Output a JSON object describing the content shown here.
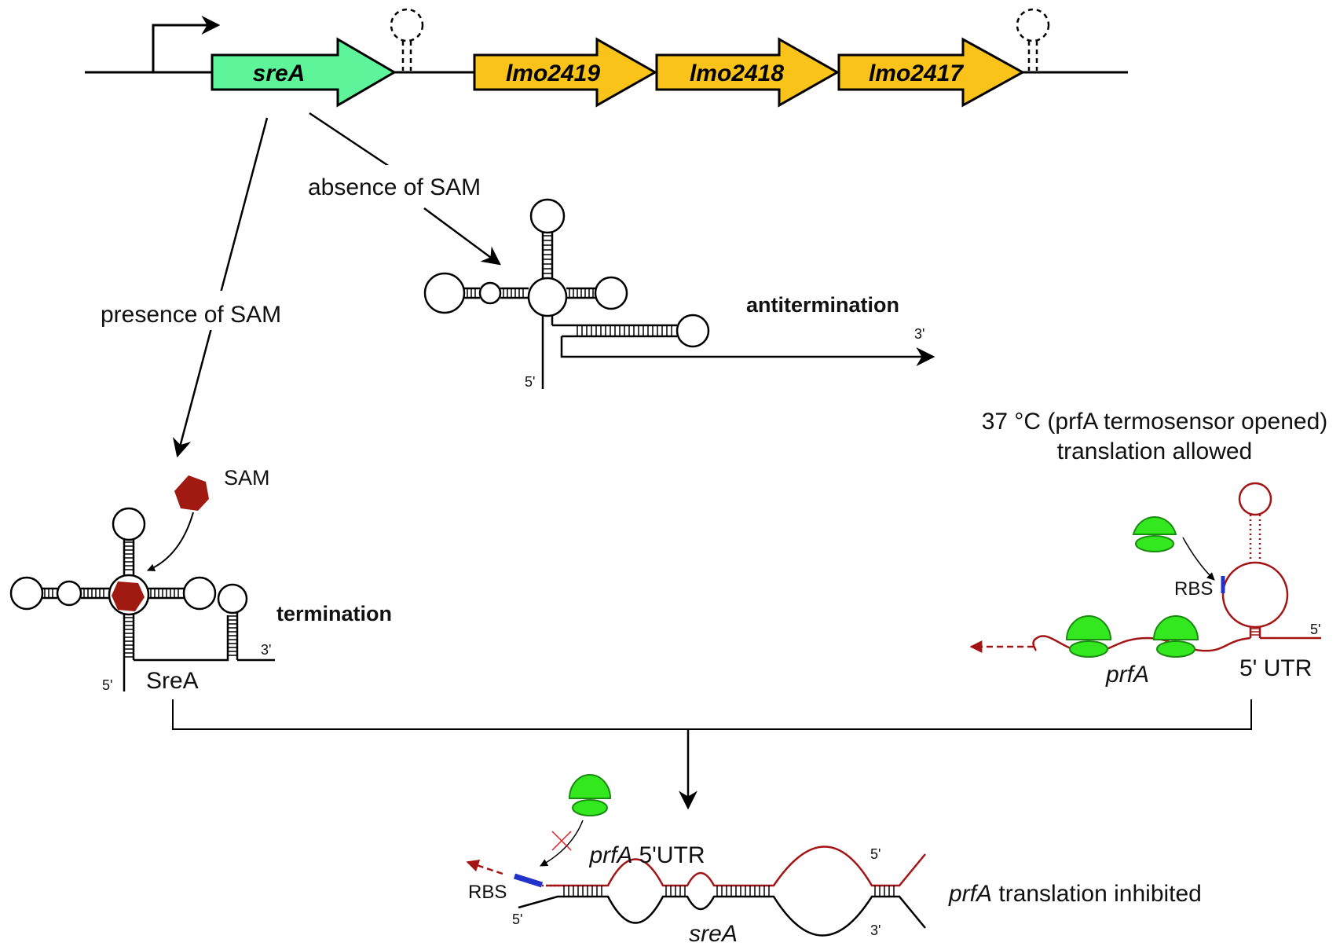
{
  "genes": {
    "sreA": "sreA",
    "g2419": "lmo2419",
    "g2418": "lmo2418",
    "g2417": "lmo2417"
  },
  "labels": {
    "absence_sam": "absence of SAM",
    "presence_sam": "presence of SAM",
    "antitermination": "antitermination",
    "termination": "termination",
    "sam": "SAM",
    "srea_protein": "SreA",
    "temp_line1": "37 °C (prfA termosensor opened)",
    "temp_line2": "translation allowed",
    "rbs": "RBS",
    "prfa": "prfA",
    "utr5": "5' UTR",
    "prfa_utr_gene": "prfA",
    "prfa_utr_text": "5'UTR",
    "srea_bottom": "sreA",
    "inhibited_gene": "prfA",
    "inhibited_text": " translation inhibited",
    "five_prime": "5'",
    "three_prime": "3'"
  },
  "colors": {
    "srea_gene": "#5ef59a",
    "operon_genes": "#f9c31a",
    "sam_molecule": "#a11a12",
    "ribosome": "#33e81f",
    "prfa_rna": "#a31515",
    "rbs": "#2233cc"
  }
}
